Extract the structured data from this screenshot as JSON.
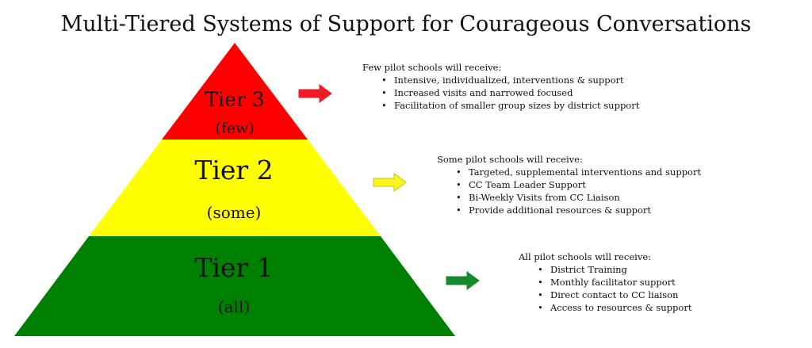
{
  "title": "Multi-Tiered Systems of Support for Courageous Conversations",
  "tiers": [
    {
      "name": "Tier 3",
      "qualifier": "(few)",
      "color": "#ff0000",
      "arrow_color": "#ee1c24",
      "heading": "Few pilot schools will receive:",
      "items": [
        "Intensive, individualized, interventions & support",
        "Increased visits and narrowed focused",
        "Facilitation of smaller group sizes by district support"
      ]
    },
    {
      "name": "Tier 2",
      "qualifier": "(some)",
      "color": "#ffff00",
      "arrow_color": "#f7f71e",
      "heading": "Some pilot schools will receive:",
      "items": [
        "Targeted, supplemental interventions and support",
        "CC Team Leader Support",
        "Bi-Weekly Visits from CC Liaison",
        "Provide additional resources & support"
      ]
    },
    {
      "name": "Tier 1",
      "qualifier": "(all)",
      "color": "#008000",
      "arrow_color": "#138a2c",
      "heading": "All pilot schools will receive:",
      "items": [
        "District Training",
        "Monthly facilitator support",
        "Direct contact to CC liaison",
        "Access to resources & support"
      ]
    }
  ]
}
